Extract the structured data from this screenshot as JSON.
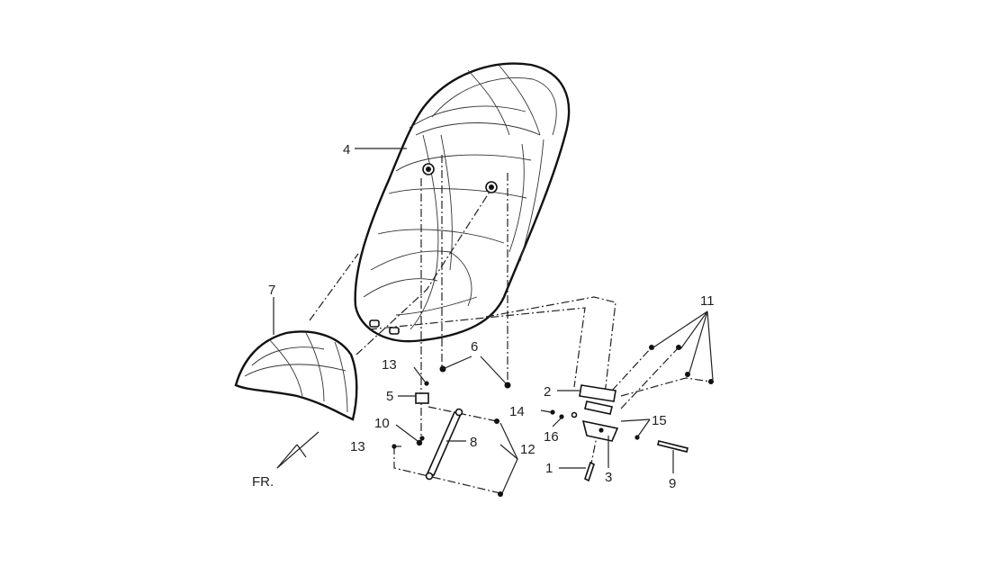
{
  "diagram": {
    "callouts": {
      "p1": "1",
      "p2": "2",
      "p3": "3",
      "p4": "4",
      "p5": "5",
      "p6": "6",
      "p7": "7",
      "p8": "8",
      "p9": "9",
      "p10": "10",
      "p11": "11",
      "p12": "12",
      "p13a": "13",
      "p13b": "13",
      "p14": "14",
      "p15": "15",
      "p16": "16"
    },
    "front_marker": "FR."
  }
}
